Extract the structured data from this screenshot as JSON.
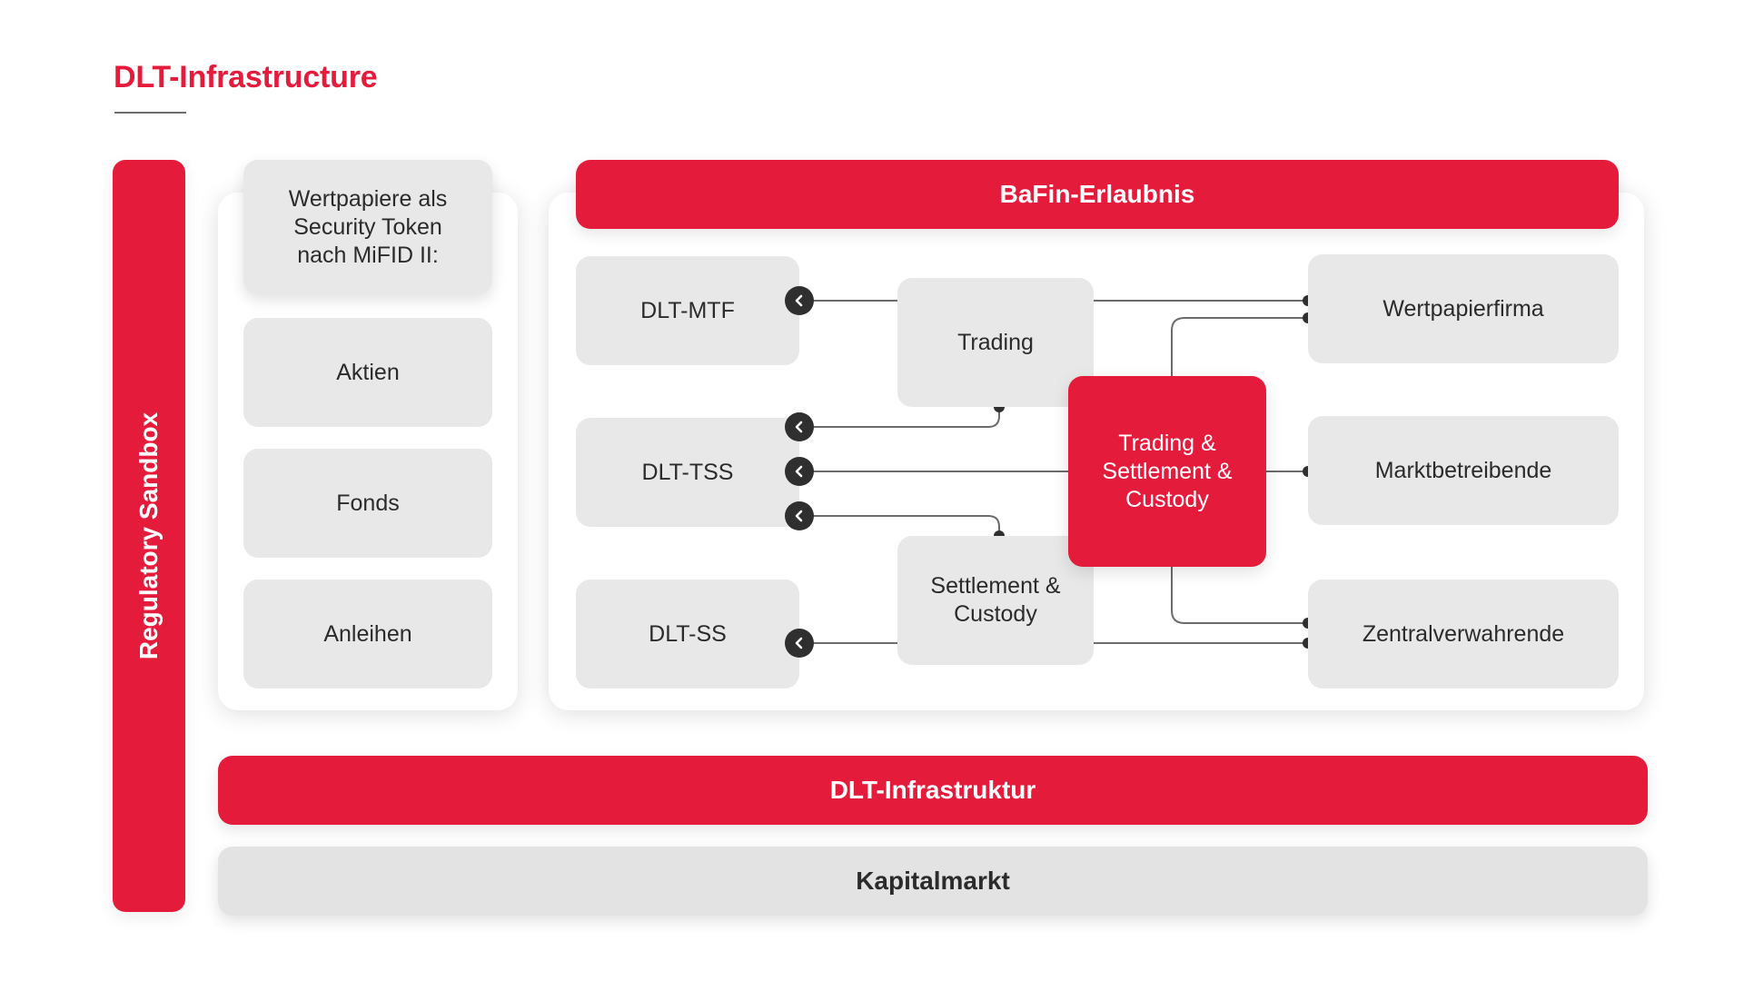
{
  "title": "DLT-Infrastructure",
  "sandbox": {
    "label": "Regulatory Sandbox"
  },
  "left_panel": {
    "header": "Wertpapiere als\nSecurity Token\nnach MiFID II:",
    "items": [
      "Aktien",
      "Fonds",
      "Anleihen"
    ]
  },
  "main_panel": {
    "banner": "BaFin-Erlaubnis",
    "dlt_boxes": [
      "DLT-MTF",
      "DLT-TSS",
      "DLT-SS"
    ],
    "functions": {
      "trading": "Trading",
      "settlement": "Settlement &\nCustody",
      "combined": "Trading &\nSettlement &\nCustody"
    },
    "entities": [
      "Wertpapierfirma",
      "Marktbetreibende",
      "Zentralverwahrende"
    ]
  },
  "bottom": {
    "infrastructure": "DLT-Infrastruktur",
    "market": "Kapitalmarkt"
  },
  "colors": {
    "accent": "#e51b3c",
    "box": "#e8e8e8",
    "connector": "#6b6b6b",
    "node": "#2f2f2f"
  },
  "icons": {
    "arrow": "chevron-left-icon",
    "node": "dot-icon"
  }
}
